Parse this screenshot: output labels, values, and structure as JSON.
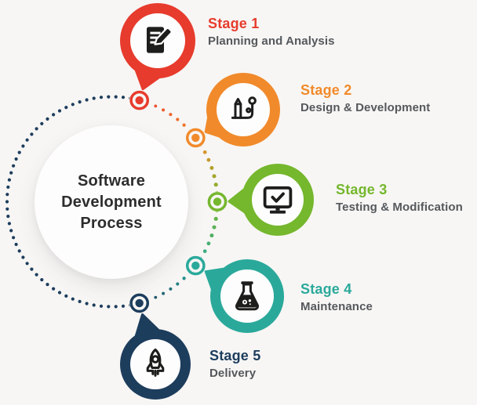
{
  "title": {
    "text": "Software Development Process"
  },
  "stages": [
    {
      "label": "Stage 1",
      "name": "Planning and Analysis",
      "color": "#e73b2d",
      "icon": "document-pencil-icon"
    },
    {
      "label": "Stage 2",
      "name": "Design & Development",
      "color": "#f18a2b",
      "icon": "design-tools-icon"
    },
    {
      "label": "Stage 3",
      "name": "Testing & Modification",
      "color": "#75b72d",
      "icon": "monitor-check-icon"
    },
    {
      "label": "Stage 4",
      "name": "Maintenance",
      "color": "#2aa99b",
      "icon": "flask-icon"
    },
    {
      "label": "Stage 5",
      "name": "Delivery",
      "color": "#1d3d5d",
      "icon": "rocket-icon"
    }
  ],
  "colors": {
    "background": "#f7f6f4",
    "subtitle_text": "#55585c",
    "center_title_text": "#2d2d2d",
    "center_circle": "#fdfdfd",
    "icon": "#1d1d1b"
  }
}
